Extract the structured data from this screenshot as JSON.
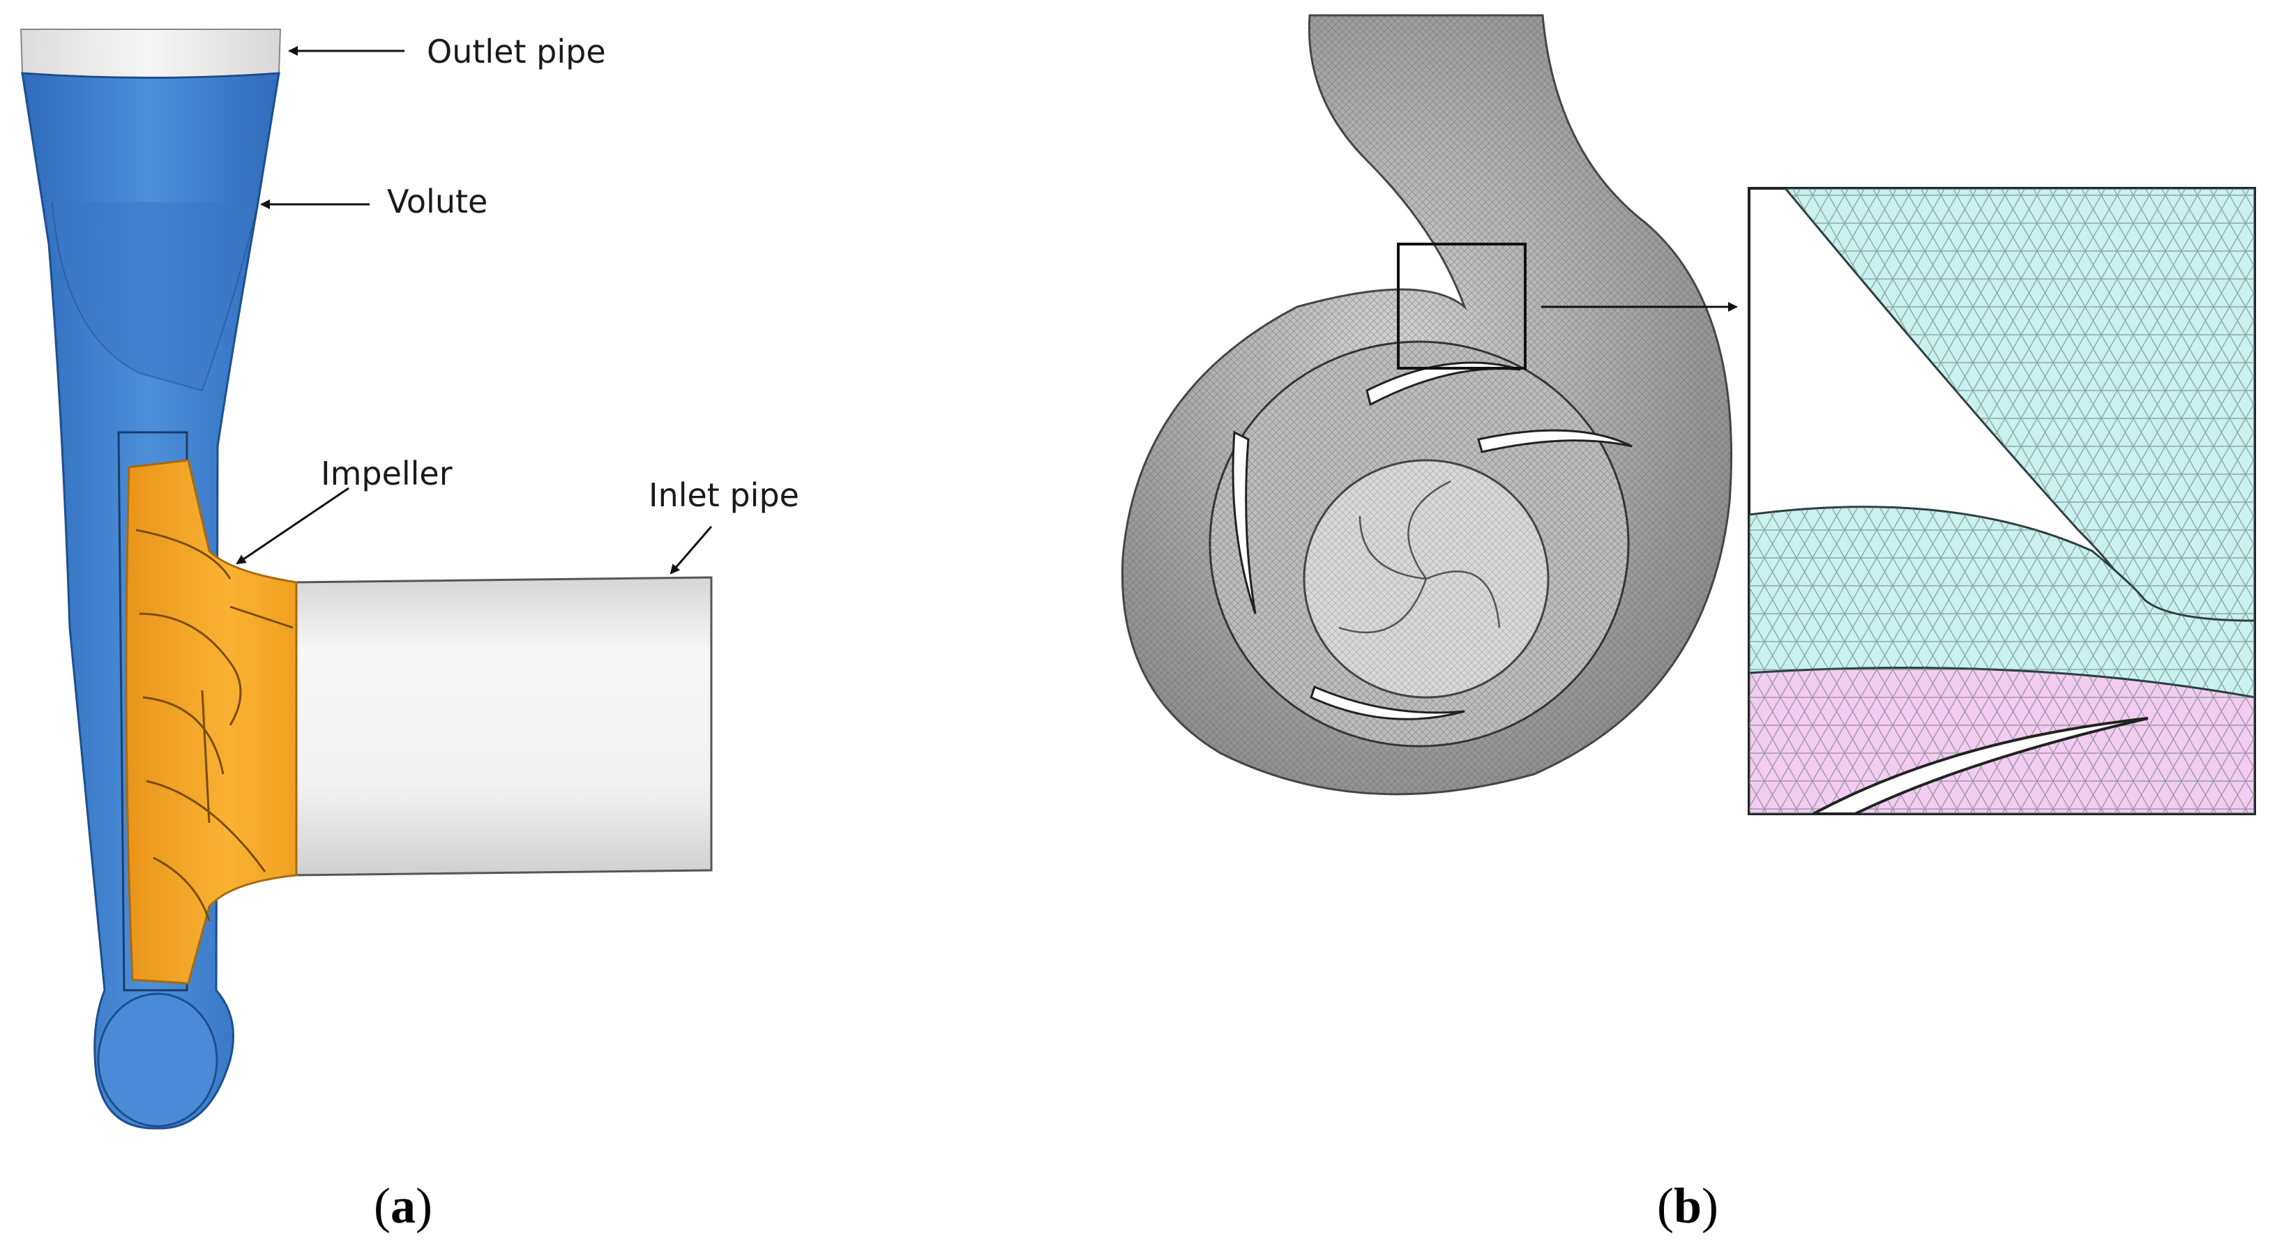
{
  "panel_a": {
    "labels": {
      "outlet_pipe": "Outlet pipe",
      "volute": "Volute",
      "impeller": "Impeller",
      "inlet_pipe": "Inlet pipe"
    },
    "caption": {
      "open": "(",
      "letter": "a",
      "close": ")"
    },
    "colors": {
      "volute": "#3f7fcf",
      "impeller": "#f5a623",
      "pipe": "#e8e8e8"
    }
  },
  "panel_b": {
    "caption": {
      "open": "(",
      "letter": "b",
      "close": ")"
    },
    "colors": {
      "mesh_outer": "#9a9a9a",
      "zoom_region_1": "#c9f1ee",
      "zoom_region_2": "#f2cdef"
    }
  }
}
